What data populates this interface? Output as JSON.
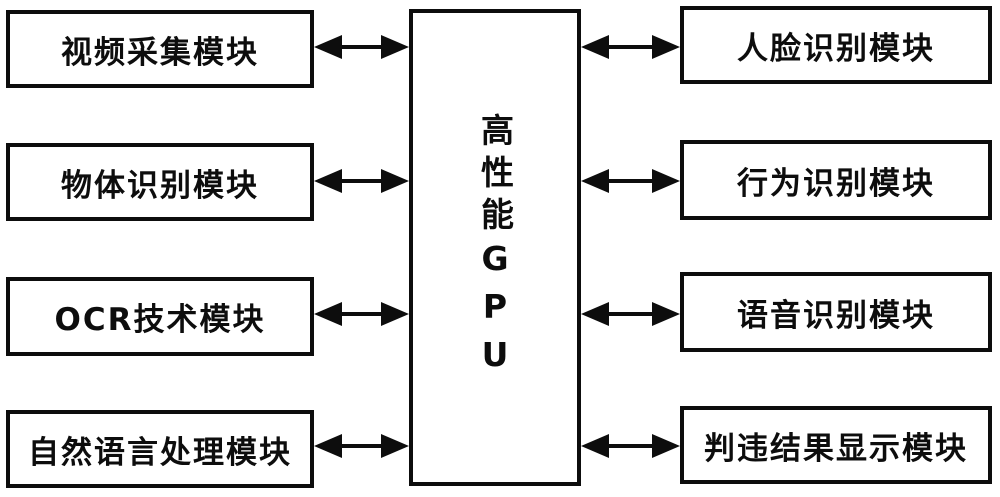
{
  "diagram": {
    "type": "block-architecture",
    "center_module": {
      "label": "高性能GPU"
    },
    "left_modules": [
      {
        "label": "视频采集模块"
      },
      {
        "label": "物体识别模块"
      },
      {
        "label": "OCR技术模块"
      },
      {
        "label": "自然语言处理模块"
      }
    ],
    "right_modules": [
      {
        "label": "人脸识别模块"
      },
      {
        "label": "行为识别模块"
      },
      {
        "label": "语音识别模块"
      },
      {
        "label": "判违结果显示模块"
      }
    ],
    "connections": [
      {
        "from": "视频采集模块",
        "to": "高性能GPU",
        "direction": "bidirectional"
      },
      {
        "from": "物体识别模块",
        "to": "高性能GPU",
        "direction": "bidirectional"
      },
      {
        "from": "OCR技术模块",
        "to": "高性能GPU",
        "direction": "bidirectional"
      },
      {
        "from": "自然语言处理模块",
        "to": "高性能GPU",
        "direction": "bidirectional"
      },
      {
        "from": "高性能GPU",
        "to": "人脸识别模块",
        "direction": "bidirectional"
      },
      {
        "from": "高性能GPU",
        "to": "行为识别模块",
        "direction": "bidirectional"
      },
      {
        "from": "高性能GPU",
        "to": "语音识别模块",
        "direction": "bidirectional"
      },
      {
        "from": "高性能GPU",
        "to": "判违结果显示模块",
        "direction": "bidirectional"
      }
    ],
    "colors": {
      "line": "#0d0d0d",
      "box_fill": "#ffffff",
      "background": "#ffffff"
    }
  }
}
